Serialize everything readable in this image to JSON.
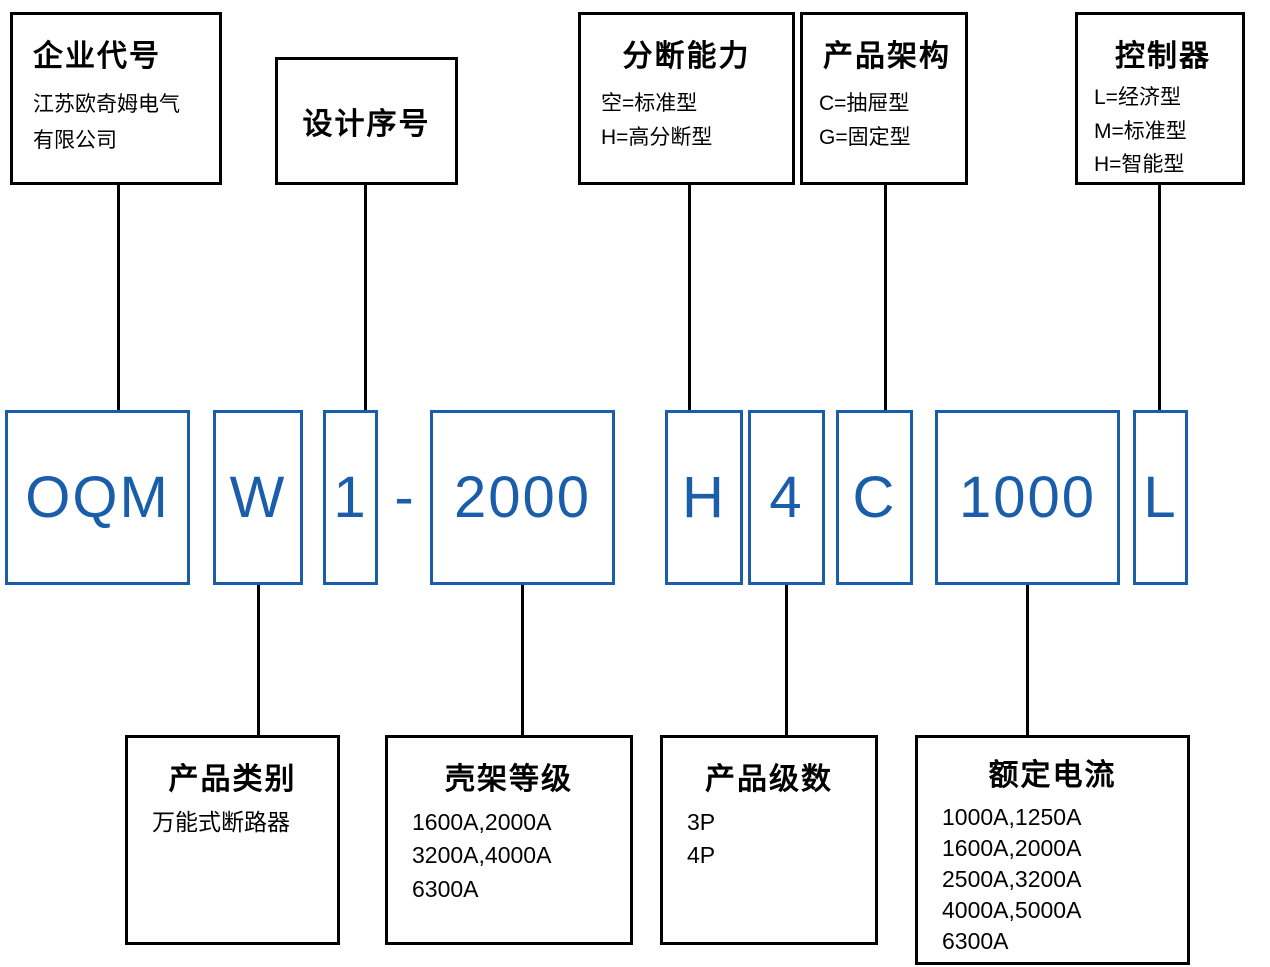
{
  "colors": {
    "code_accent": "#1a5dab",
    "line_color": "#000000",
    "background": "#ffffff"
  },
  "top_boxes": [
    {
      "title": "企业代号",
      "lines": [
        "江苏欧奇姆电气",
        "有限公司"
      ]
    },
    {
      "title": "设计序号",
      "lines": []
    },
    {
      "title": "分断能力",
      "lines": [
        "空=标准型",
        "H=高分断型"
      ]
    },
    {
      "title": "产品架构",
      "lines": [
        "C=抽屉型",
        "G=固定型"
      ]
    },
    {
      "title": "控制器",
      "lines": [
        "L=经济型",
        "M=标准型",
        "H=智能型"
      ]
    }
  ],
  "model_code": {
    "segments": [
      "OQM",
      "W",
      "1",
      "2000",
      "H",
      "4",
      "C",
      "1000",
      "L"
    ],
    "separator": "-"
  },
  "bottom_boxes": [
    {
      "title": "产品类别",
      "lines": [
        "万能式断路器"
      ]
    },
    {
      "title": "壳架等级",
      "lines": [
        "1600A,2000A",
        "3200A,4000A",
        "6300A"
      ]
    },
    {
      "title": "产品级数",
      "lines": [
        "3P",
        "4P"
      ]
    },
    {
      "title": "额定电流",
      "lines": [
        "1000A,1250A",
        "1600A,2000A",
        "2500A,3200A",
        "4000A,5000A",
        "6300A"
      ]
    }
  ]
}
